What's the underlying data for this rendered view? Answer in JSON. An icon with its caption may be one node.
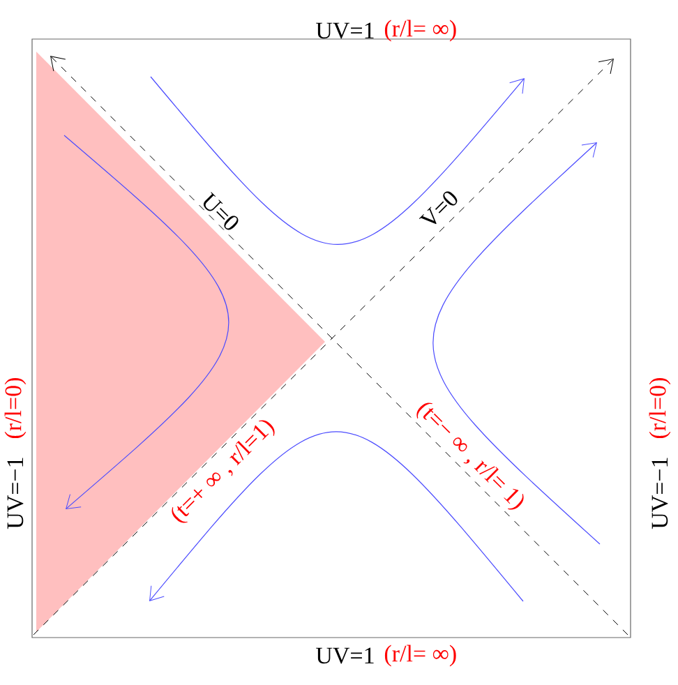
{
  "diagram": {
    "labels": [
      "UV=1",
      "(r/l= ∞)",
      "UV=−1",
      "(r/l=0)",
      "U=0",
      "V=0",
      "UV=−1",
      "(r/l=0)",
      "(t=+ ∞ , r/l=1)",
      "(t=− ∞ , r/l= 1)",
      "UV=1",
      "(r/l= ∞)"
    ]
  }
}
